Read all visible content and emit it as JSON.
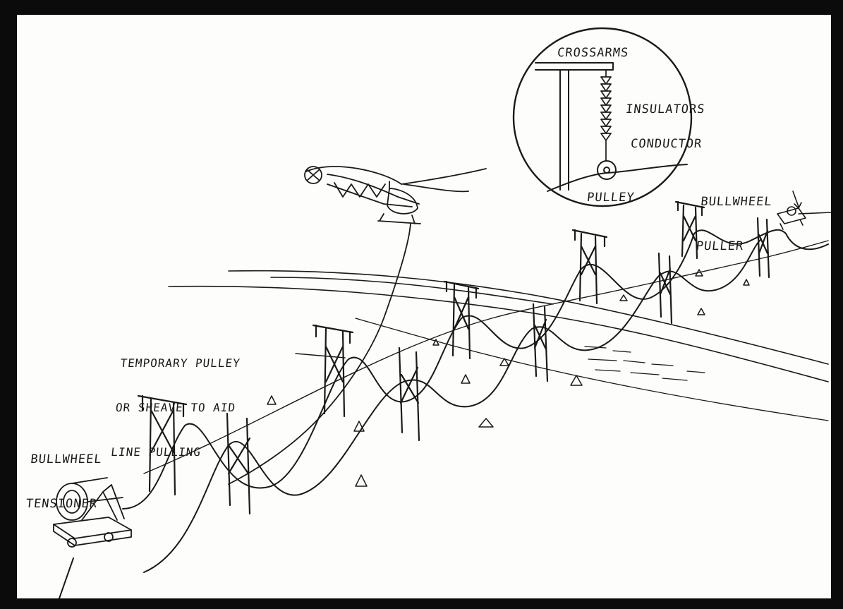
{
  "palette": {
    "ink": "#1a1a1a",
    "paper": "#fdfdfb",
    "border": "#0b0b0b"
  },
  "labels": {
    "crossarms": "CROSSARMS",
    "insulators": "INSULATORS",
    "conductor": "CONDUCTOR",
    "pulley": "PULLEY",
    "bullwheel_puller": [
      "BULLWHEEL",
      "PULLER"
    ],
    "temporary_pulley": [
      "TEMPORARY PULLEY",
      "OR SHEAVE TO AID",
      "LINE PULLING"
    ],
    "bullwheel_tensioner": [
      "BULLWHEEL",
      "TENSIONER"
    ]
  }
}
